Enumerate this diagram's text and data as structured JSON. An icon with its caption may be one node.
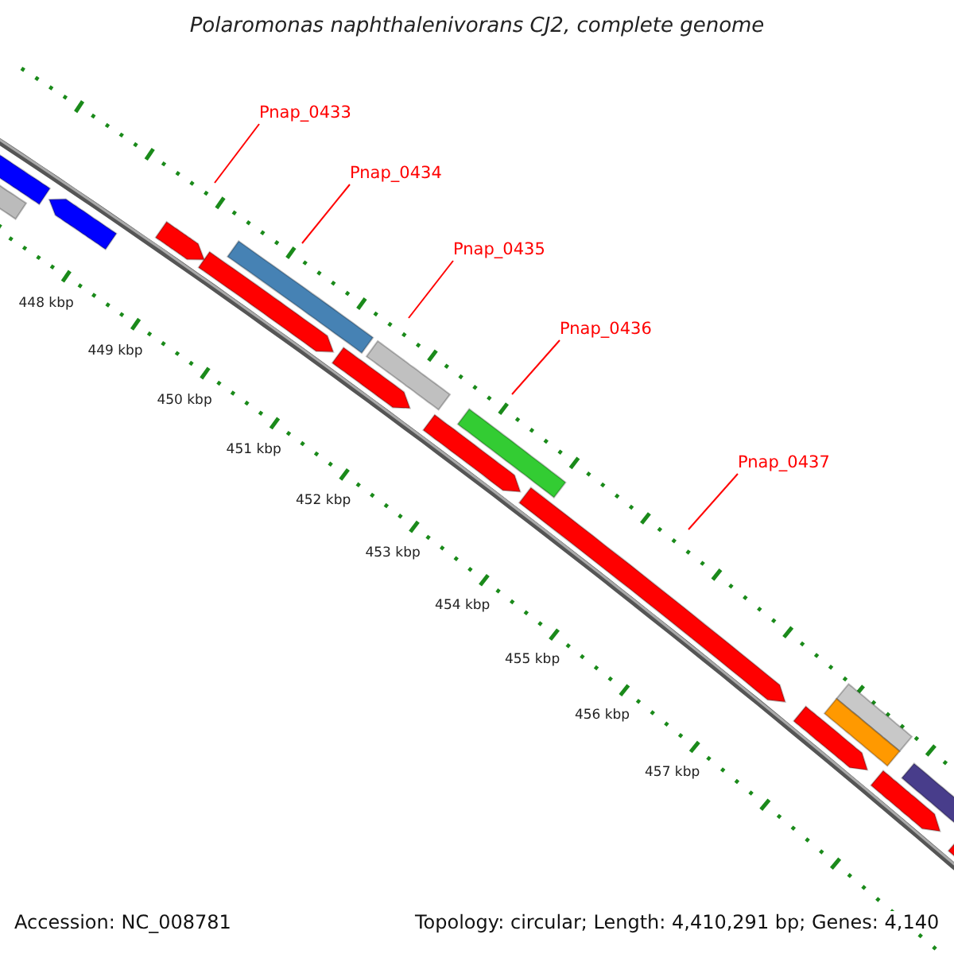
{
  "diagram": {
    "title": "Polaromonas naphthalenivorans CJ2, complete genome",
    "nodes": [
      {
        "text": [
          "Pnap_0433"
        ]
      },
      {
        "text": [
          "Pnap_0434"
        ]
      },
      {
        "text": [
          "Pnap_0435"
        ]
      },
      {
        "text": [
          "Pnap_0436"
        ]
      },
      {
        "text": [
          "Pnap_0437"
        ]
      }
    ],
    "edges": [
      {
        "from": 0,
        "to": null,
        "arrow": "none"
      },
      {
        "from": 1,
        "to": null,
        "arrow": "none"
      },
      {
        "from": 2,
        "to": null,
        "arrow": "none"
      },
      {
        "from": 3,
        "to": null,
        "arrow": "none"
      },
      {
        "from": 4,
        "to": null,
        "arrow": "none"
      }
    ],
    "labels": [
      "448 kbp",
      "449 kbp",
      "450 kbp",
      "451 kbp",
      "452 kbp",
      "453 kbp",
      "454 kbp",
      "455 kbp",
      "456 kbp",
      "457 kbp",
      "Accession: NC_008781",
      "Topology: circular; Length: 4,410,291 bp; Genes: 4,140"
    ]
  }
}
